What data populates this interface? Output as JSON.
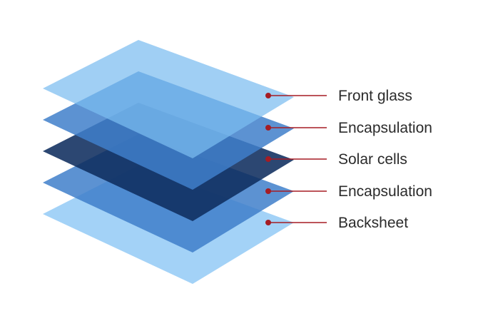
{
  "diagram": {
    "layers": [
      {
        "label": "Front glass",
        "color": "#7cbcf0",
        "opacity": 0.72
      },
      {
        "label": "Encapsulation",
        "color": "#3f7fca",
        "opacity": 0.85
      },
      {
        "label": "Solar cells",
        "color": "#0f2e5e",
        "opacity": 0.88
      },
      {
        "label": "Encapsulation",
        "color": "#3f7fca",
        "opacity": 0.85
      },
      {
        "label": "Backsheet",
        "color": "#8fc8f5",
        "opacity": 0.82
      }
    ],
    "leader_color": "#a51c24"
  }
}
